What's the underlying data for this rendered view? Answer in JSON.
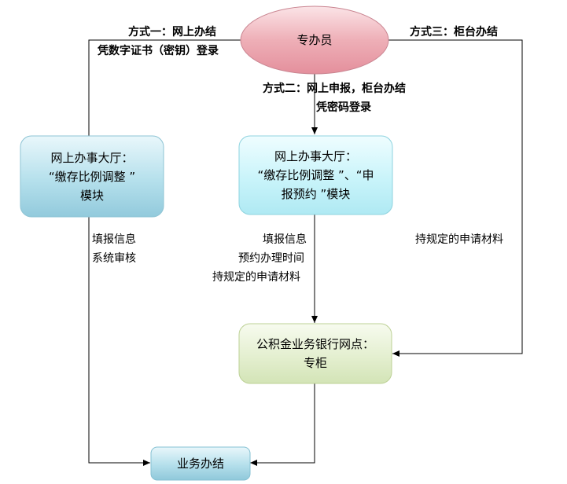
{
  "nodes": {
    "staff": "专办员",
    "hall_left": [
      "网上办事大厅：",
      "“缴存比例调整 ”",
      "模块"
    ],
    "hall_mid": [
      "网上办事大厅：",
      "“缴存比例调整 ”、“申",
      "报预约 ”模块"
    ],
    "counter": [
      "公积金业务银行网点：",
      "专柜"
    ],
    "done": "业务办结"
  },
  "methods": {
    "one": [
      "方式一：网上办结",
      "凭数字证书（密钥）登录"
    ],
    "two": [
      "方式二：网上申报，柜台办结",
      "凭密码登录"
    ],
    "three": "方式三：柜台办结"
  },
  "annotations": {
    "left": [
      "填报信息",
      "系统审核"
    ],
    "mid": [
      "填报信息",
      "预约办理时间",
      "持规定的申请材料"
    ],
    "right": "持规定的申请材料"
  },
  "colors": {
    "staff_fill": "#e9a3ad",
    "hall_left_fill": "#a7d7e6",
    "hall_mid_fill": "#bff1f8",
    "counter_fill": "#e1edcc",
    "done_fill": "#a6d6e5",
    "line": "#000000"
  }
}
